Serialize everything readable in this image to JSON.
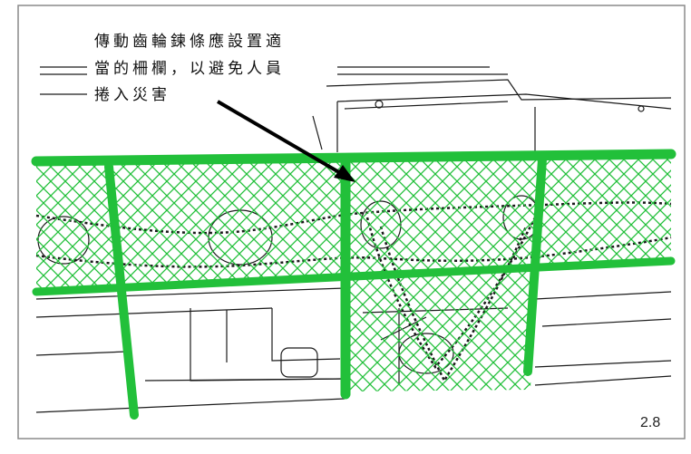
{
  "figure": {
    "caption_lines": [
      "傳動齒輪鍊條應設置適",
      "當的柵欄，以避免人員",
      "捲入災害"
    ],
    "figure_number": "2.8"
  },
  "colors": {
    "guard_green": "#22c03a",
    "line_black": "#1a1a1a",
    "border": "#8a8a8a"
  }
}
